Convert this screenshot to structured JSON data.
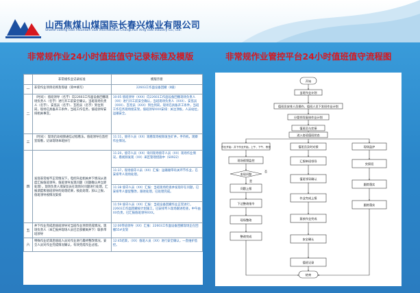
{
  "header": {
    "company_cn": "山西焦煤山煤国际长春兴煤业有限公司",
    "company_en": "Shanxi coking coal mountain coal international Changchun Xing coal industry Co., Ltd."
  },
  "titles": {
    "left": "非常规作业24小时值班值守记录标准及模版",
    "right": "非常规作业管控平台24小时值班值守流程图"
  },
  "table": {
    "col1": "非常规作业记录标准",
    "col2": "模版示意",
    "rows": [
      {
        "num": "一",
        "req": "非常作业项目名称及等级（简中填写）",
        "tpl": [
          "22603工作面设备回撤（Ⅱ级）"
        ]
      },
      {
        "num": "二",
        "req": "（时间）：值班领导（名字）向22603工作面设备回撤现场负责人（名字）进行开工前安全确认，当班现场负责人（名字）、安监员（名字）、瓦检员（名字）到位到岗，现场已具备开工条件，当班工作任务，值班领导安排相关事宜。",
        "tpl": [
          "10:05 值班领导（XXX）向22603工作面设备回撤现场负责人（XX）进行开工前安全确认，当班现场负责人（XXX）、安监员（XXX）、瓦检员（XXX）到位到岗，现场已具备开工条件，当班工作任务现场接支架，值班领导XXX安排：关注顶板，人员站位，运输安全。"
        ]
      },
      {
        "num": "三",
        "req": "（时间）：现场启动视频通信过程看法，值班领导在监控室观看，记录现场本班执行",
        "tpl": [
          "11:11，值守人员（XX）观看现场视频发生矿井，手持机，观察作业情况。"
        ]
      },
      {
        "num": "四",
        "req": "发现非常规不正常情况下，电控升起相关并下情况从调度汇报值班领导，值班领导发现问题（问题确认并立即处理），现场负责人或安监员在现场对问题进行处理，汇报调度和值班领导的处理结果，按此处理，加以上报，值班领导视情况安排",
        "tpl": [
          "11:20，值守人员（XX）询问现场值守人员（XX）现场作业情况，看视频发现（XX）采区管理措施中（S0922）",
          "11:37，现场值守人员（XX）汇报：运输顺带有关环节作业，已安排专人现场处理。",
          "11:38 值守人员（XX）汇报：当班现场检查并发现存在问题，已安排专人督促整改，跟进处理，已处理完成。",
          "11:59 值守人员（XX）汇报：当班设备回撤作业正常进行，22603工作面回撤按计划施工，已安排专人现场跟进检查，中午由XX负责，已汇报值班领导XXX。"
        ]
      },
      {
        "num": "五",
        "req": "井下作业完成后值班领导对当班作业项目完成情况，现场负责人（本汇报并现场人员已全部撤离井下）联系带班领导",
        "tpl": [
          "12:00带班领导（XX）汇报：22603工作面设备回撤现场正在回撤55#支架"
        ]
      },
      {
        "num": "六",
        "req": "特殊作业结束后值班人员对作业进行最终整改情况，安全人员对作业完成情况确认，有效完成作业过程。",
        "tpl": [
          "12:45结束，（XX）值班人员（XX）进行安全确认，一直维护监控。"
        ]
      }
    ]
  },
  "flow": {
    "start": "开始",
    "n1": "当班作业计划",
    "n2": "值班员安排人员操作，值班人员下发班作业计划",
    "n3": "分管领导复核作业计划",
    "n4": "值班员与交接",
    "n5": "进入各班值班状态",
    "n6": "作业开始：井下作业开始，上午、下午、夜班",
    "n7": "值班员及时对接",
    "n8": "现场监护",
    "n9": "现场视频监控",
    "n10": "发现问题",
    "n11": "问题上报",
    "n12": "下达整改指令",
    "n13": "现场整改",
    "n14": "整改完成",
    "n15": "汇报带班领导",
    "n16": "值班领导确认",
    "n17": "作业完成上报",
    "n18": "复核作业完成",
    "n19": "安全确认",
    "n20": "值班记录",
    "n21": "交接班",
    "n22": "跟踪落实",
    "n23": "结束",
    "yes": "是",
    "no": "否"
  }
}
